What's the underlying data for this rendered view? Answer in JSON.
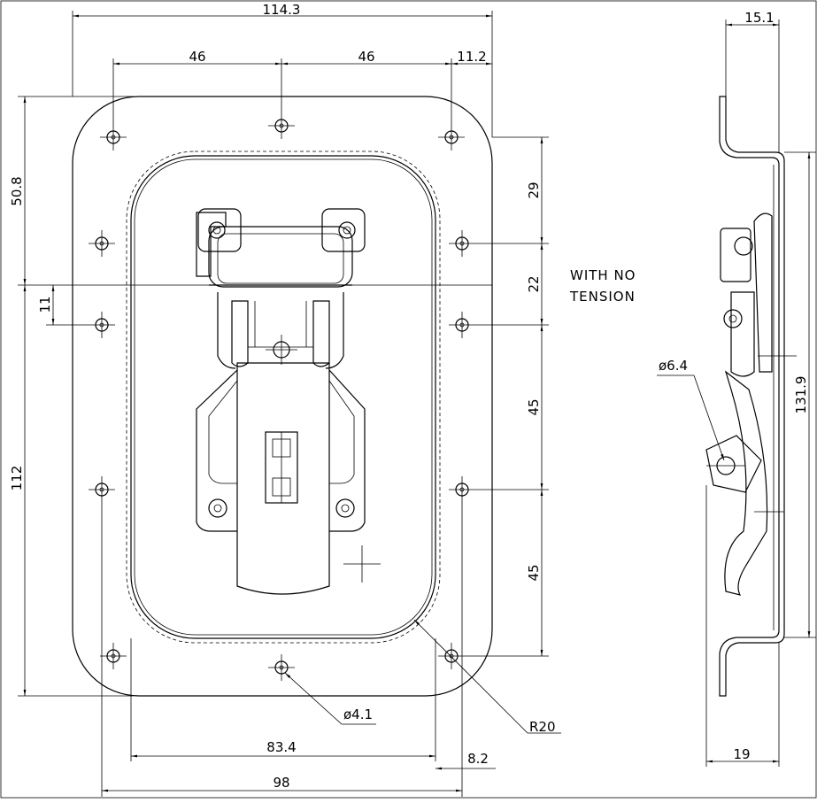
{
  "dimensions": {
    "overall_width": "114.3",
    "hole_spacing_left": "46",
    "hole_spacing_right": "46",
    "edge_offset_right": "11.2",
    "upper_height": "50.8",
    "offset_small": "11",
    "lower_height": "112",
    "right_spacing_top": "29",
    "right_spacing_mid": "22",
    "right_spacing_45a": "45",
    "right_spacing_45b": "45",
    "recess_width": "83.4",
    "recess_edge": "8.2",
    "hole_pattern_width": "98",
    "side_flange": "15.1",
    "side_height": "131.9",
    "side_depth": "19"
  },
  "callouts": {
    "hole_diameter": "ø4.1",
    "pivot_diameter": "ø6.4",
    "corner_radius": "R20"
  },
  "notes": {
    "line1": "WITH NO",
    "line2": "TENSION"
  }
}
